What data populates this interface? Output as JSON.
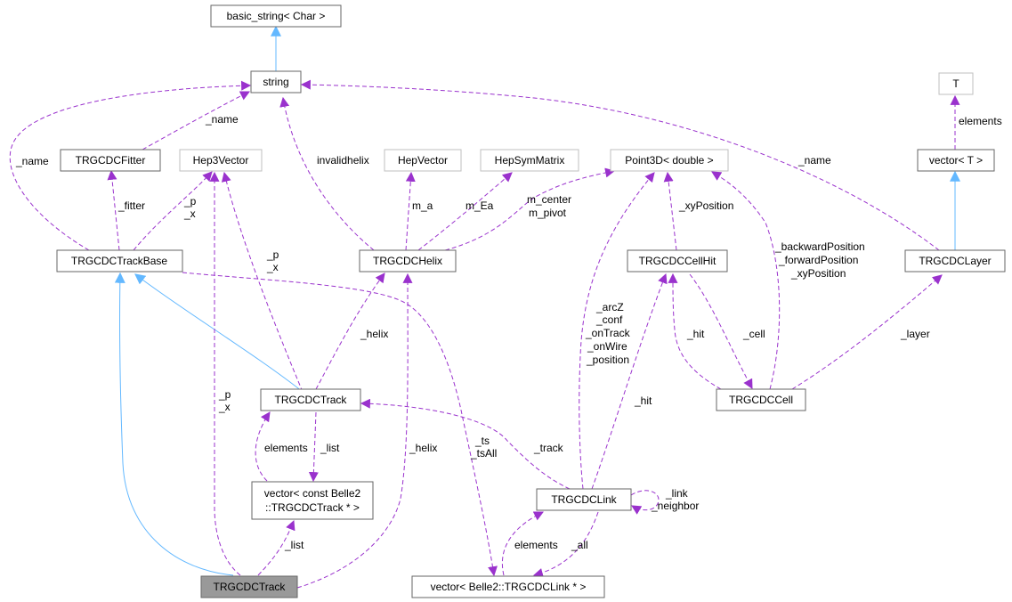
{
  "nodes": {
    "basic_string": "basic_string< Char >",
    "string": "string",
    "fitter": "TRGCDCFitter",
    "hep3vector": "Hep3Vector",
    "hepvector": "HepVector",
    "hepsymmatrix": "HepSymMatrix",
    "point3d": "Point3D< double >",
    "t": "T",
    "vector_t": "vector< T >",
    "trackbase": "TRGCDCTrackBase",
    "helix": "TRGCDCHelix",
    "cellhit": "TRGCDCCellHit",
    "layer": "TRGCDCLayer",
    "track_mid": "TRGCDCTrack",
    "cell": "TRGCDCCell",
    "vector_track_1": "vector< const Belle2",
    "vector_track_2": "::TRGCDCTrack * >",
    "link": "TRGCDCLink",
    "track_focus": "TRGCDCTrack",
    "vector_link": "vector< Belle2::TRGCDCLink * >"
  },
  "labels": {
    "name_fitter": "_name",
    "name_base": "_name",
    "name_layer": "_name",
    "invalidhelix": "invalidhelix",
    "elements_t": "elements",
    "fitter": "_fitter",
    "base_p": "_p",
    "base_x": "_x",
    "m_a": "m_a",
    "m_Ea": "m_Ea",
    "m_center": "m_center",
    "m_pivot": "m_pivot",
    "xyPosition_hit": "_xyPosition",
    "backwardPosition": "_backwardPosition",
    "forwardPosition": "_forwardPosition",
    "xyPosition_cell": "_xyPosition",
    "track_p": "_p",
    "track_x": "_x",
    "helix_track": "_helix",
    "arcZ": "_arcZ",
    "conf": "_conf",
    "onTrack": "_onTrack",
    "onWire": "_onWire",
    "position": "_position",
    "hit_cell": "_hit",
    "cell_label": "_cell",
    "layer_label": "_layer",
    "focus_p": "_p",
    "focus_x": "_x",
    "hit_link": "_hit",
    "elements_track": "elements",
    "list_mid": "_list",
    "ts": "_ts",
    "tsAll": "_tsAll",
    "track_link": "_track",
    "helix_focus": "_helix",
    "link_self": "_link",
    "neighbor": "_neighbor",
    "elements_link": "elements",
    "all": "_all",
    "list_focus": "_list"
  },
  "colors": {
    "usage_edge": "#9a32cd",
    "inheritance_edge": "#63b8ff",
    "node_border": "#666666",
    "ghost_border": "#bfbfbf",
    "focus_fill": "#999999"
  }
}
